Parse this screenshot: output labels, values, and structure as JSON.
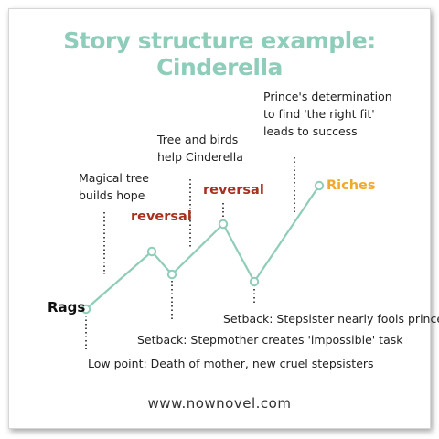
{
  "title": "Story structure example: Cinderella",
  "start_label": "Rags",
  "end_label": "Riches",
  "reversal_1": "reversal",
  "reversal_2": "reversal",
  "annotations": {
    "magical_tree": [
      "Magical tree",
      "builds hope"
    ],
    "tree_and_birds": [
      "Tree and birds",
      "help Cinderella"
    ],
    "prince": [
      "Prince's determination",
      "to find 'the right fit'",
      "leads to success"
    ],
    "setback_stepsister": "Setback: Stepsister nearly fools prince",
    "setback_stepmother": "Setback: Stepmother creates 'impossible' task",
    "low_point": "Low point: Death of mother, new cruel stepsisters"
  },
  "footer_url": "www.nownovel.com",
  "colors": {
    "title": "#8ecdb9",
    "line": "#8ecdb9",
    "reversal": "#a8301e",
    "riches": "#f0aa2a"
  }
}
